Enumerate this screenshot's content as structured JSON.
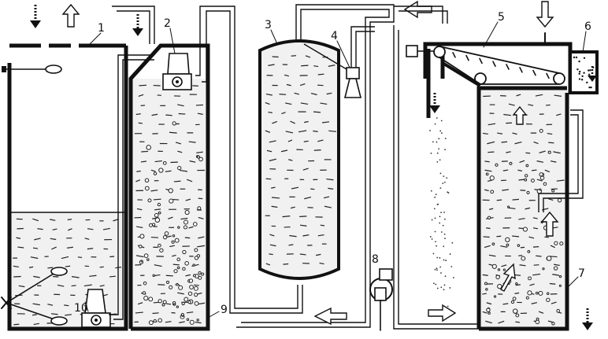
{
  "labels": {
    "l1": "1",
    "l2": "2",
    "l3": "3",
    "l4": "4",
    "l5": "5",
    "l6": "6",
    "l7": "7",
    "l8": "8",
    "l9": "9",
    "l10": "10"
  },
  "icons": {
    "pump": "pump-icon",
    "ejector": "ejector-icon",
    "compressor": "compressor-icon",
    "scraper": "scraper-icon"
  }
}
